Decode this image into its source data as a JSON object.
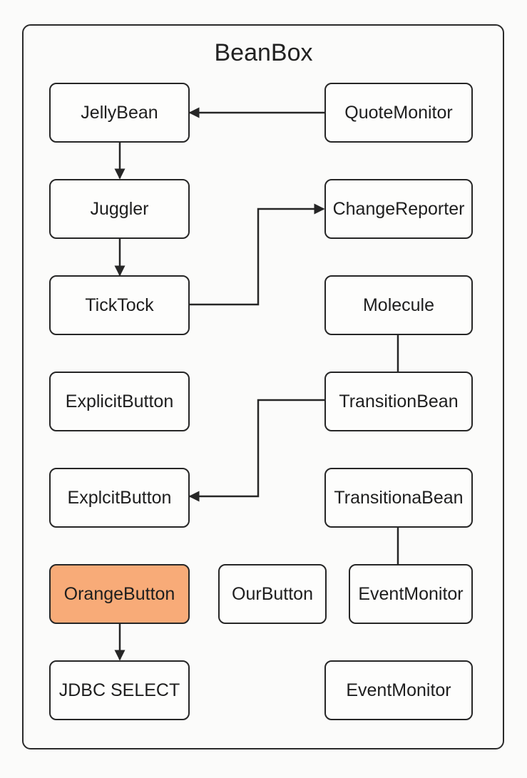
{
  "title": "BeanBox",
  "accent_color": "#f8ab78",
  "beans": {
    "jellybean": "JellyBean",
    "quotemonitor": "QuoteMonitor",
    "juggler": "Juggler",
    "changereporter": "ChangeReporter",
    "ticktock": "TickTock",
    "molecule": "Molecule",
    "explicitbutton": "ExplicitButton",
    "transitionbean": "TransitionBean",
    "explcitbutton": "ExplcitButton",
    "transitionabean": "TransitionaBean",
    "orangebutton": "OrangeButton",
    "ourbutton": "OurButton",
    "eventmonitor_a": "EventMonitor",
    "jdbc_select": "JDBC SELECT",
    "eventmonitor_b": "EventMonitor"
  },
  "connections": [
    {
      "from": "QuoteMonitor",
      "to": "JellyBean",
      "arrow": true
    },
    {
      "from": "JellyBean",
      "to": "Juggler",
      "arrow": true
    },
    {
      "from": "Juggler",
      "to": "TickTock",
      "arrow": true
    },
    {
      "from": "TickTock",
      "to": "ChangeReporter",
      "arrow": true
    },
    {
      "from": "Molecule",
      "to": "TransitionBean",
      "arrow": false
    },
    {
      "from": "TransitionBean",
      "to": "ExplcitButton",
      "arrow": true
    },
    {
      "from": "TransitionaBean",
      "to": "EventMonitor",
      "arrow": false
    },
    {
      "from": "OrangeButton",
      "to": "JDBC SELECT",
      "arrow": true
    }
  ]
}
